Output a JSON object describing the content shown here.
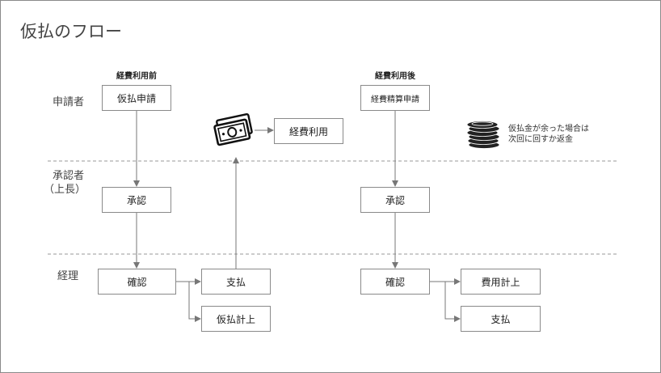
{
  "title": "仮払のフロー",
  "columns": {
    "before": "経費利用前",
    "after": "経費利用後"
  },
  "lanes": {
    "applicant": "申請者",
    "approver_line1": "承認者",
    "approver_line2": "（上長）",
    "accounting": "経理"
  },
  "before_flow": {
    "apply": "仮払申請",
    "approve": "承認",
    "confirm": "確認",
    "pay": "支払",
    "record": "仮払計上",
    "expense_use": "経費利用"
  },
  "after_flow": {
    "apply": "経費精算申請",
    "approve": "承認",
    "confirm": "確認",
    "record": "費用計上",
    "pay": "支払"
  },
  "note": {
    "line1": "仮払金が余った場合は",
    "line2": "次回に回すか返金"
  },
  "icons": [
    "money-bills-icon",
    "coin-stack-icon"
  ]
}
